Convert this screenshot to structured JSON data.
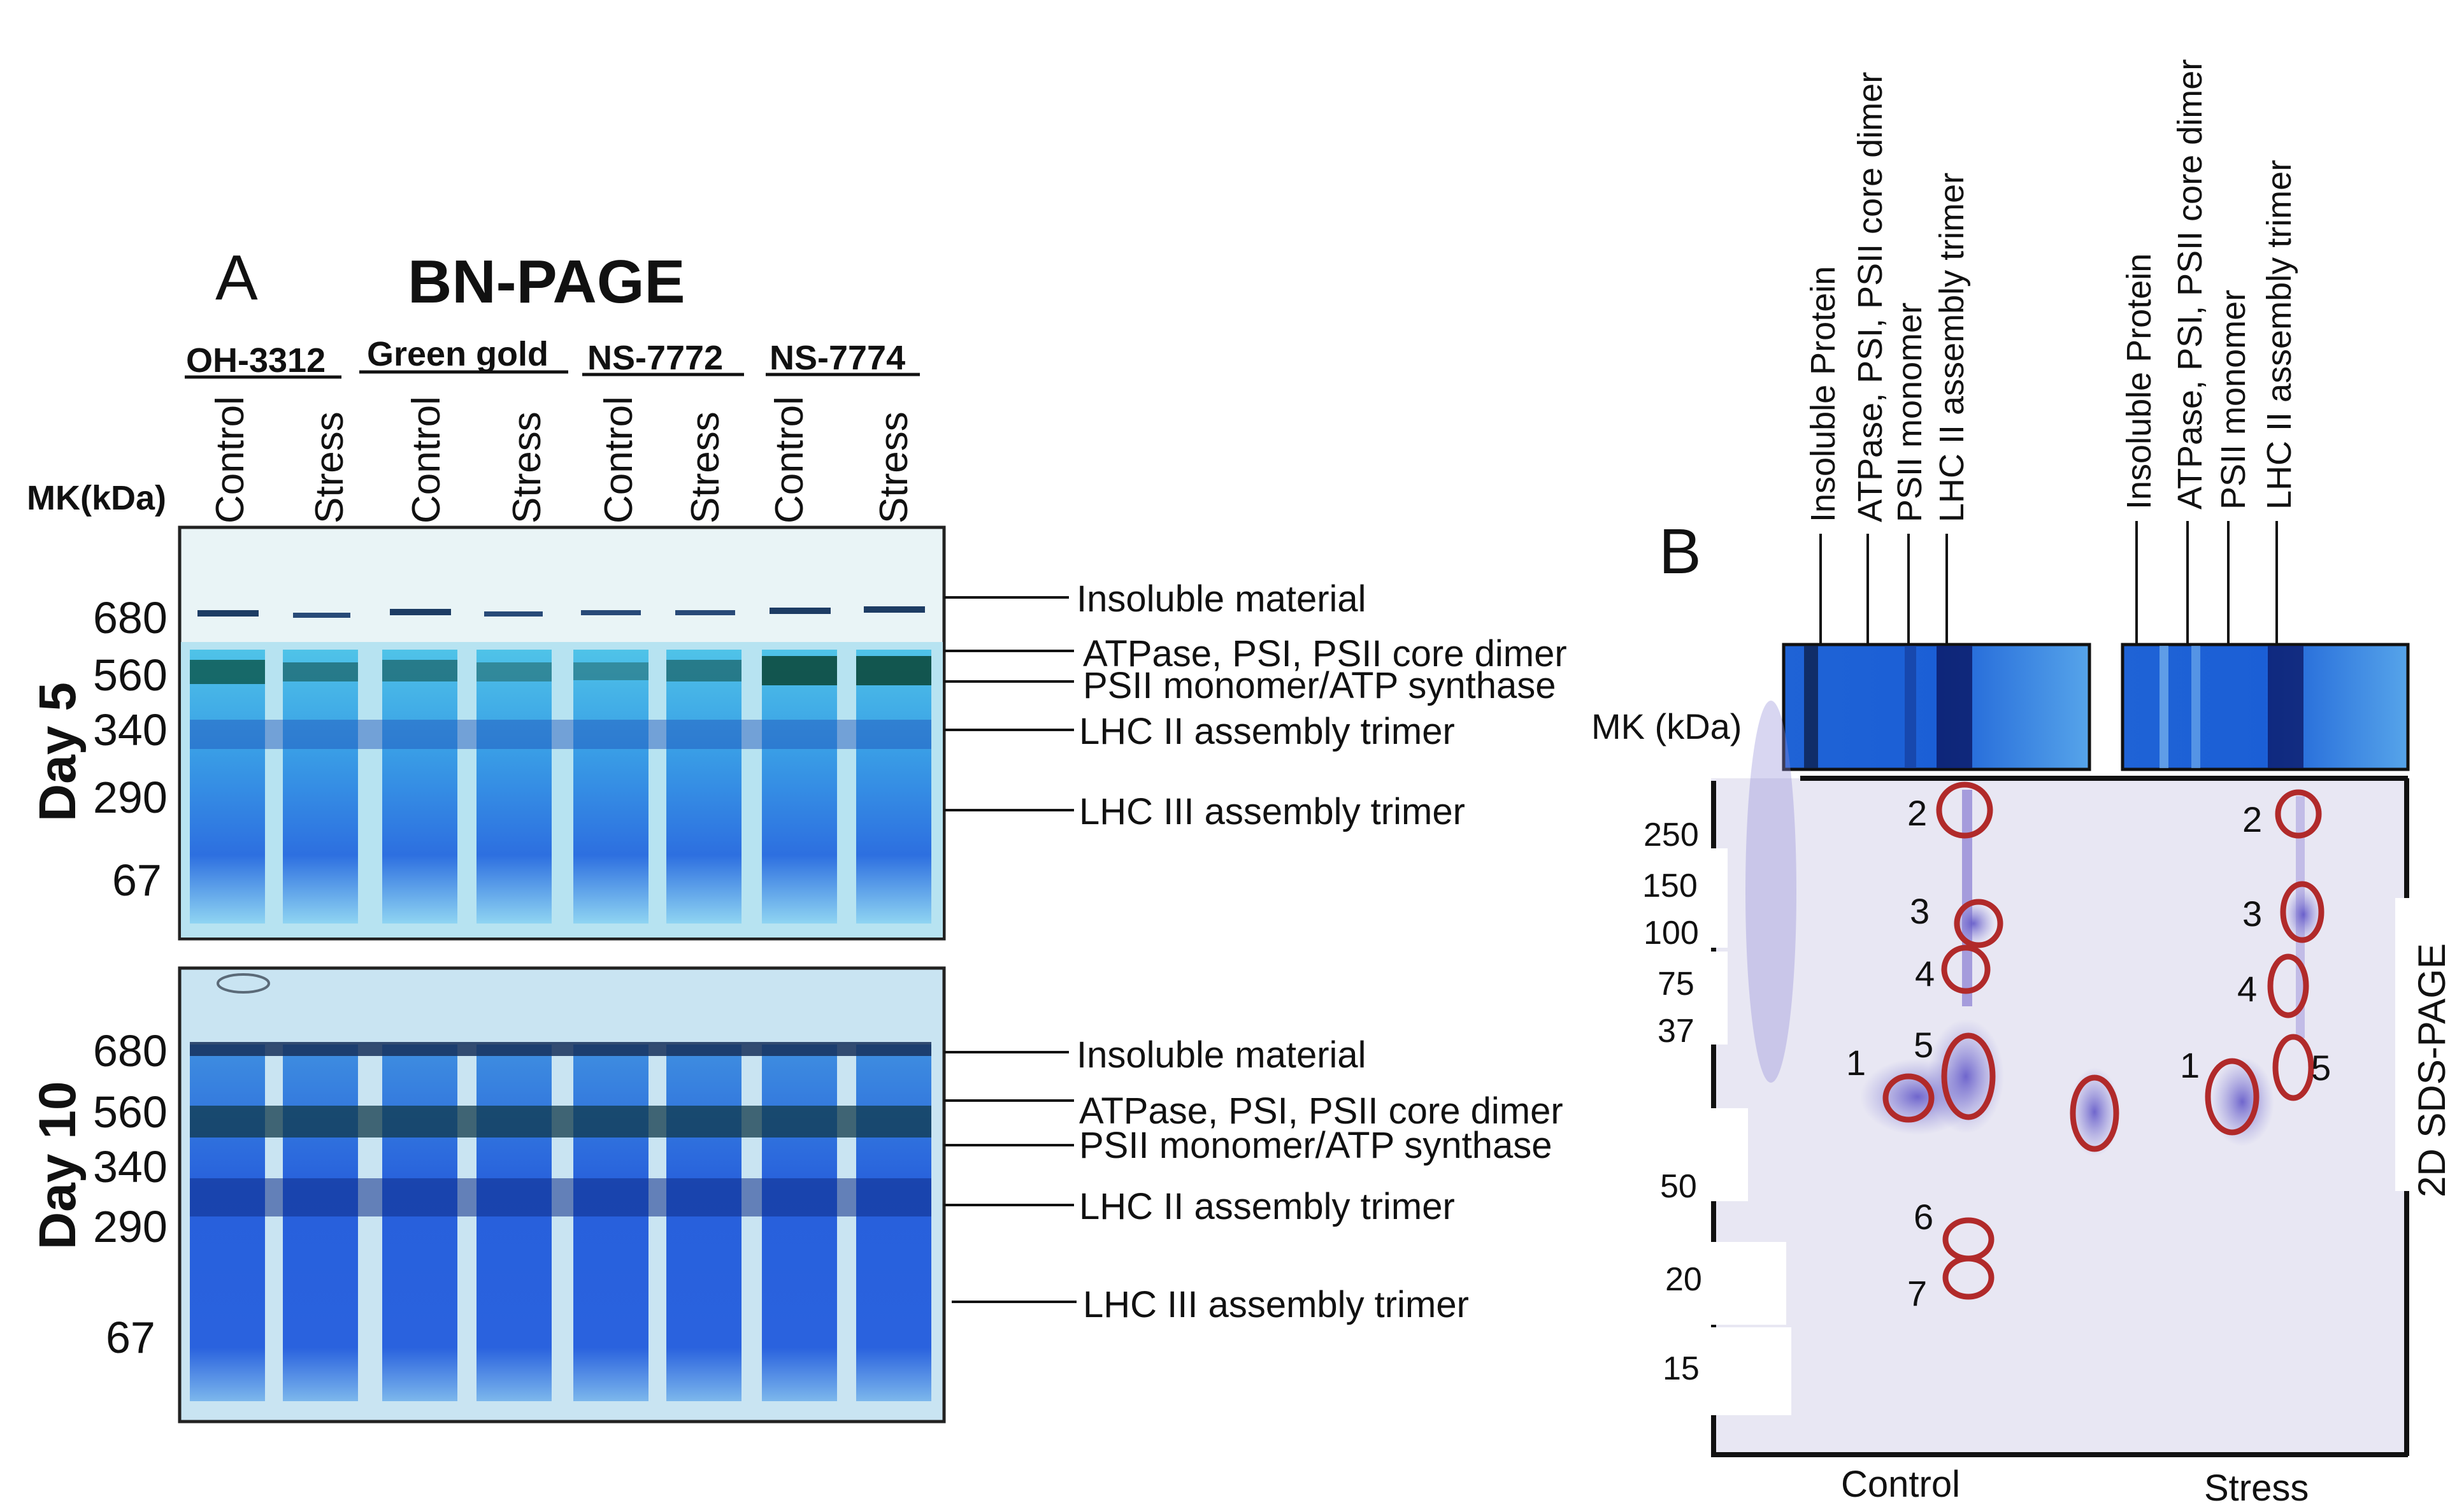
{
  "panel_a": {
    "letter": "A",
    "title": "BN-PAGE",
    "cultivars": [
      "OH-3312",
      "Green gold",
      "NS-7772",
      "NS-7774"
    ],
    "lanes": [
      "Control",
      "Stress",
      "Control",
      "Stress",
      "Control",
      "Stress",
      "Control",
      "Stress"
    ],
    "marker_header": "MK(kDa)",
    "day5": {
      "label": "Day 5",
      "markers": [
        "680",
        "560",
        "340",
        "290",
        "67"
      ],
      "bands": [
        "Insoluble material",
        "ATPase, PSI, PSII core dimer",
        "PSII monomer/ATP synthase",
        "LHC II assembly trimer",
        "LHC III assembly trimer"
      ]
    },
    "day10": {
      "label": "Day 10",
      "markers": [
        "680",
        "560",
        "340",
        "290",
        "67"
      ],
      "bands": [
        "Insoluble material",
        "ATPase, PSI, PSII core dimer",
        "PSII monomer/ATP synthase",
        "LHC II assembly trimer",
        "LHC III assembly trimer"
      ]
    }
  },
  "panel_b": {
    "letter": "B",
    "strip_labels": [
      "Insoluble Protein",
      "ATPase, PSI, PSII core dimer",
      "PSII monomer",
      "LHC II assembly trimer"
    ],
    "marker_header": "MK (kDa)",
    "markers": [
      "250",
      "150",
      "100",
      "75",
      "37",
      "50",
      "20",
      "15"
    ],
    "side_label": "2D SDS-PAGE",
    "control_label": "Control",
    "stress_label": "Stress",
    "control_spots": [
      "2",
      "3",
      "4",
      "5",
      "1",
      "6",
      "7"
    ],
    "stress_spots": [
      "2",
      "3",
      "4",
      "1",
      "5"
    ]
  }
}
